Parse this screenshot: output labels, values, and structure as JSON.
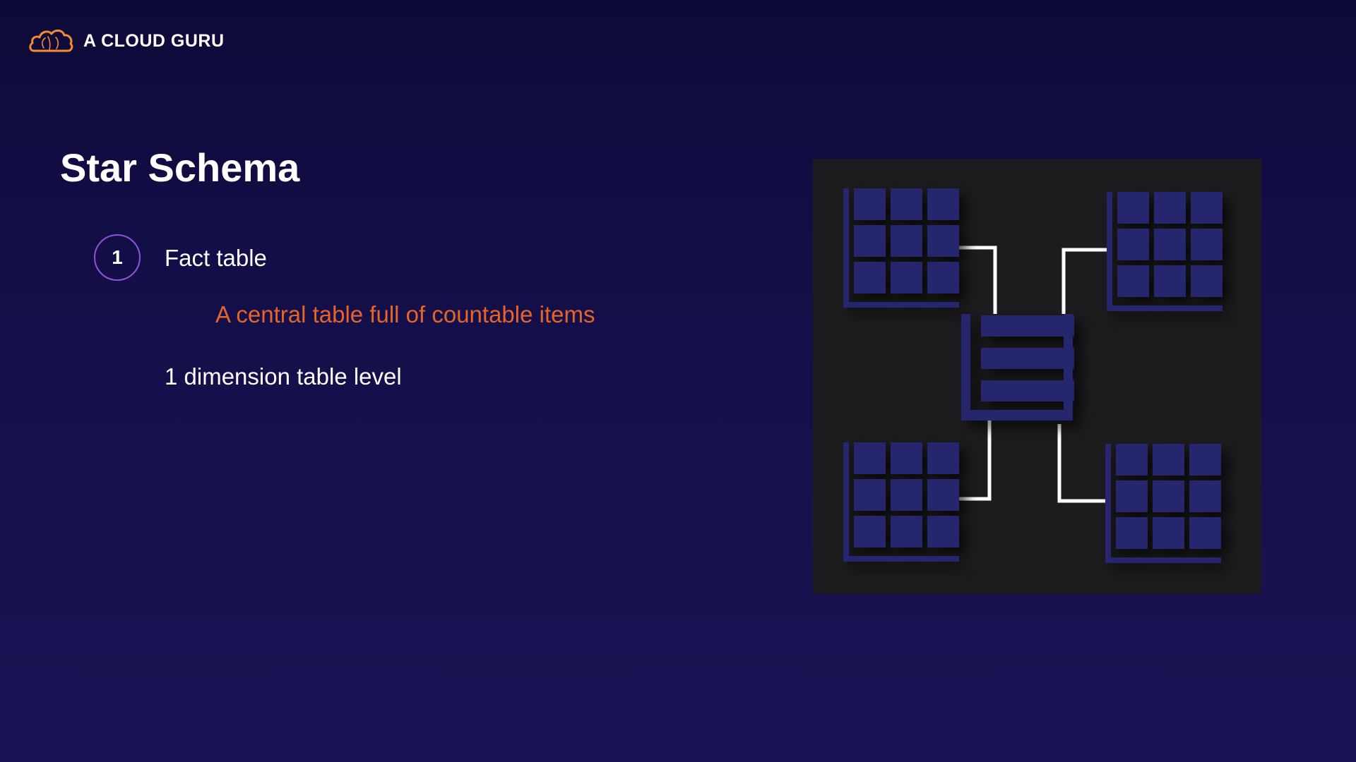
{
  "brand": {
    "name": "A CLOUD GURU",
    "logo_icon": "cloud-logo-icon",
    "logo_color": "#f58a34"
  },
  "slide": {
    "title": "Star Schema",
    "step": {
      "number": "1",
      "label": "Fact table",
      "description": "A central table full of countable items"
    },
    "point": "1 dimension table level"
  },
  "diagram": {
    "icon": "star-schema-diagram-icon",
    "accent_color": "#27286e",
    "background_color": "#1c1c1e",
    "connector_color": "#ffffff"
  },
  "colors": {
    "background": "#130e48",
    "highlight_text": "#e4642a",
    "step_ring": "#8f54d8"
  }
}
